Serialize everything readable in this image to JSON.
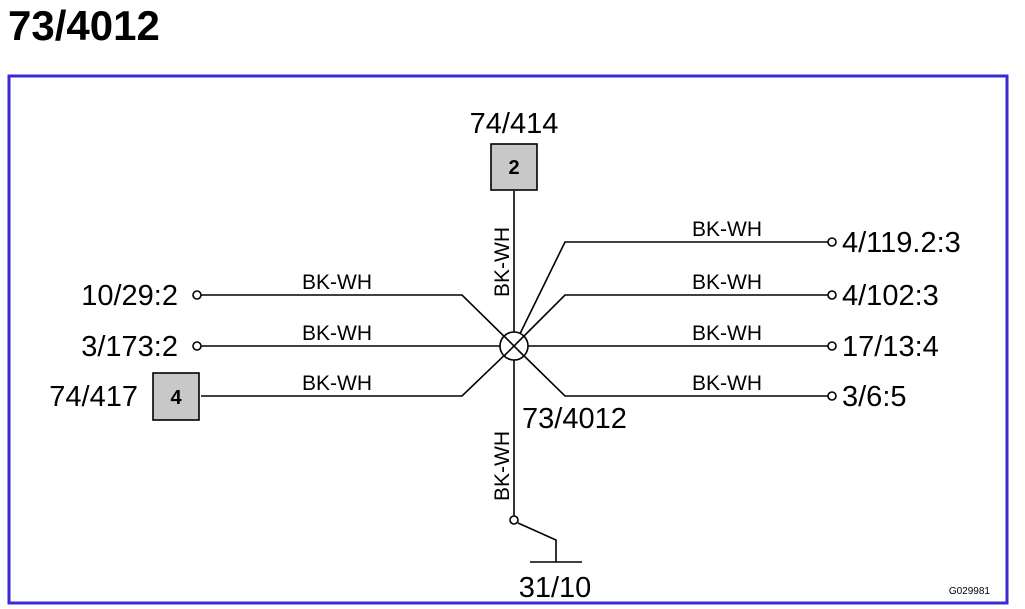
{
  "title": "73/4012",
  "colors": {
    "frame": "#3a2bd6",
    "wire": "#000000",
    "connector_fill": "#c8c8c8"
  },
  "splice": {
    "label": "73/4012",
    "icon": "splice-icon"
  },
  "connectors": {
    "top": {
      "label": "74/414",
      "pin": "2"
    },
    "left_box": {
      "label": "74/417",
      "pin": "4"
    }
  },
  "left_terminals": [
    {
      "label": "10/29:2"
    },
    {
      "label": "3/173:2"
    }
  ],
  "right_terminals": [
    {
      "label": "4/119.2:3"
    },
    {
      "label": "4/102:3"
    },
    {
      "label": "17/13:4"
    },
    {
      "label": "3/6:5"
    }
  ],
  "ground": {
    "label": "31/10",
    "icon": "ground-icon"
  },
  "wires": {
    "top": "BK-WH",
    "bottom": "BK-WH",
    "left": [
      "BK-WH",
      "BK-WH",
      "BK-WH"
    ],
    "right": [
      "BK-WH",
      "BK-WH",
      "BK-WH",
      "BK-WH"
    ]
  },
  "figure_code": "G029981"
}
